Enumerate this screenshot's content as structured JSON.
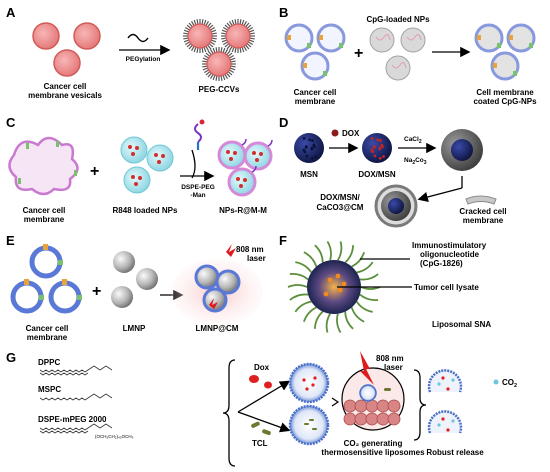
{
  "panels": [
    {
      "letter": "A",
      "labels": {
        "left_1": "Cancer cell",
        "left_2": "membrane vesicals",
        "arrow": "PEGylation",
        "right": "PEG-CCVs"
      }
    },
    {
      "letter": "B",
      "labels": {
        "left_1": "Cancer cell",
        "left_2": "membrane",
        "mid": "CpG-loaded NPs",
        "right_1": "Cell membrane",
        "right_2": "coated CpG-NPs"
      }
    },
    {
      "letter": "C",
      "labels": {
        "left_1": "Cancer cell",
        "left_2": "membrane",
        "mid": "R848 loaded NPs",
        "arrow_1": "DSPE-PEG",
        "arrow_2": "-Man",
        "right": "NPs-R@M-M"
      }
    },
    {
      "letter": "D",
      "labels": {
        "dox": "DOX",
        "msn": "MSN",
        "dox_msn": "DOX/MSN",
        "cacl2": "CaCl",
        "cacl2_sub": "2",
        "na2co3_a": "Na",
        "na2co3_sub": "2",
        "na2co3_b": "Co",
        "na2co3_sub2": "3",
        "product_1": "DOX/MSN/",
        "product_2": "CaCO3@CM",
        "cracked_1": "Cracked cell",
        "cracked_2": "membrane"
      }
    },
    {
      "letter": "E",
      "labels": {
        "laser_1": "808 nm",
        "laser_2": "laser",
        "left_1": "Cancer cell",
        "left_2": "membrane",
        "mid": "LMNP",
        "right": "LMNP@CM"
      }
    },
    {
      "letter": "F",
      "labels": {
        "oligo_1": "Immunostimulatory",
        "oligo_2": "oligonucleotide",
        "oligo_3": "(CpG-1826)",
        "lysate": "Tumor cell lysate",
        "name": "Liposomal SNA"
      }
    },
    {
      "letter": "G",
      "labels": {
        "dppc": "DPPC",
        "mspc": "MSPC",
        "dspe": "DSPE-mPEG 2000",
        "peg_chain": "(OCH₂CH₂)₄₅OCH₃",
        "dox": "Dox",
        "tcl": "TCL",
        "laser_1": "808 nm",
        "laser_2": "laser",
        "co2": "CO",
        "co2_sub": "2",
        "lipo_1": "CO₂ generating",
        "lipo_2": "thermosensitive liposomes",
        "release": "Robust release"
      }
    }
  ],
  "colors": {
    "vesicle_fill": "#f29999",
    "vesicle_edge": "#d05b5b",
    "membrane_blue": "#8899dd",
    "np_cyan": "#a8e4ec",
    "np_red": "#d0302f",
    "peg_gray": "#555555",
    "shell_gray": "#777777",
    "msn_navy": "#1d2a6e",
    "dox_red": "#8b1a1a",
    "lmnp_gray": "#b8b8b8",
    "laser_red": "#e0191c",
    "lipo_blue": "#4a6fc7",
    "green_strand": "#5b8f3c",
    "olive_tcl": "#6a7a2c"
  }
}
